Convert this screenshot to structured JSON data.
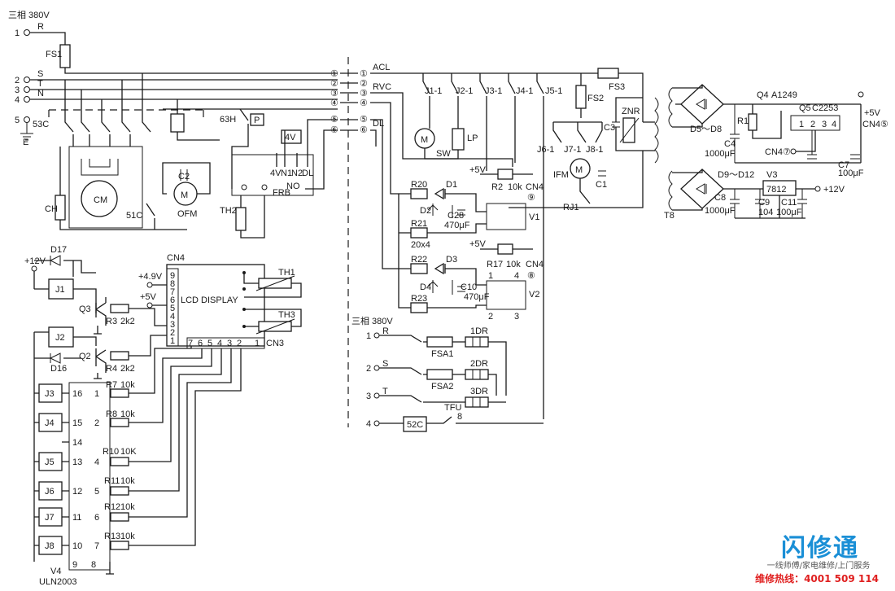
{
  "labels": {
    "supply_top": "三相 380V",
    "r": "R",
    "s": "S",
    "t": "T",
    "n": "N",
    "e": "E",
    "t1": "1",
    "t2": "2",
    "t3": "3",
    "t4": "4",
    "t5": "5",
    "fs1": "FS1",
    "c53": "53C",
    "h63": "63H",
    "p": "P",
    "ch": "CH",
    "cm": "CM",
    "c2": "C2",
    "ofm": "OFM",
    "m": "M",
    "c51": "51C",
    "th2": "TH2",
    "frb": "FRB",
    "v4": "4V",
    "no": "NO",
    "p4v": "4V",
    "n1": "N1",
    "n2": "N2",
    "dl": "DL",
    "c1": "①",
    "c2n": "②",
    "c3n": "③",
    "c4n": "④",
    "c5n": "⑤",
    "c6n": "⑥",
    "acl": "ACL",
    "rvc": "RVC",
    "dl2": "DL",
    "j11": "J1-1",
    "j21": "J2-1",
    "j31": "J3-1",
    "j41": "J4-1",
    "j51": "J5-1",
    "sw": "SW",
    "lp": "LP",
    "fs2": "FS2",
    "fs3": "FS3",
    "znr": "ZNR",
    "c3": "C3",
    "j61": "J6-1",
    "j71": "J7-1",
    "j81": "J8-1",
    "ifm": "IFM",
    "c1c": "C1",
    "rj1": "RJ1",
    "q4": "Q4",
    "a1249": "A1249",
    "q5": "Q5",
    "c2253": "C2253",
    "r1": "R1",
    "d58": "D5～D8",
    "c4": "C4",
    "c4v": "1000μF",
    "cn47": "CN4⑦",
    "cn45": "CN4⑤",
    "p5v": "+5V",
    "c7": "C7",
    "c7v": "100μF",
    "q5p1": "1",
    "q5p2": "2",
    "q5p3": "3",
    "q5p4": "4",
    "d912": "D9～D12",
    "v3": "V3",
    "i7812": "7812",
    "p12v": "+12V",
    "c8": "C8",
    "c8v": "1000μF",
    "c9": "C9",
    "c9v": "104",
    "c11": "C11",
    "c11v": "100μF",
    "t8": "T8",
    "r20": "R20",
    "d1": "D1",
    "r2": "R2",
    "r2v": "10k",
    "cn49": "CN4",
    "cn49n": "⑨",
    "d2": "D2",
    "c28": "C28",
    "c28v": "470μF",
    "r21": "R21",
    "v1": "V1",
    "r20x4": "20x4",
    "r22": "R22",
    "d3": "D3",
    "r17": "R17",
    "r17v": "10k",
    "cn48": "CN4",
    "cn48n": "⑧",
    "d4": "D4",
    "c10": "C10",
    "c10v": "470μF",
    "r23": "R23",
    "v2": "V2",
    "op1": "1",
    "op2": "2",
    "op3": "3",
    "op4": "4",
    "p5va": "+5V",
    "p5vb": "+5V",
    "supply_mid": "三相 380V",
    "fsa1": "FSA1",
    "fsa2": "FSA2",
    "dr1": "1DR",
    "dr2": "2DR",
    "dr3": "3DR",
    "tfu": "TFU",
    "c52": "52C",
    "n8": "8",
    "b1": "1",
    "b2": "2",
    "b3": "3",
    "b4": "4",
    "br": "R",
    "bs": "S",
    "bt": "T",
    "p12l": "+12V",
    "d17": "D17",
    "j1": "J1",
    "q3": "Q3",
    "r3": "R3",
    "r3v": "2k2",
    "j2": "J2",
    "d16": "D16",
    "q2": "Q2",
    "r4": "R4",
    "r4v": "2k2",
    "cn4": "CN4",
    "lcd": "LCD DISPLAY",
    "p49": "+4.9V",
    "p5vc": "+5V",
    "th1": "TH1",
    "th3": "TH3",
    "cn3": "CN3",
    "pin9": "9",
    "pin8": "8",
    "pin7": "7",
    "pin6": "6",
    "pin5": "5",
    "pin4": "4",
    "pin3": "3",
    "pin2": "2",
    "pin1": "1",
    "bp7": "7",
    "bp6": "6",
    "bp5": "5",
    "bp4": "4",
    "bp3": "3",
    "bp2": "2",
    "bp1": "1",
    "j3": "J3",
    "j4": "J4",
    "j5": "J5",
    "j6": "J6",
    "j7": "J7",
    "j8": "J8",
    "u16": "16",
    "u15": "15",
    "u14": "14",
    "u13": "13",
    "u12": "12",
    "u11": "11",
    "u10": "10",
    "u9": "9",
    "u8": "8",
    "u1": "1",
    "u2": "2",
    "u4": "4",
    "u5": "5",
    "u6": "6",
    "u7": "7",
    "r7": "R7",
    "r8": "R8",
    "r10": "R10",
    "r11": "R11",
    "r12": "R12",
    "r13": "R13",
    "k10a": "10k",
    "k10b": "10k",
    "k10c": "10K",
    "k10d": "10k",
    "k10e": "10k",
    "k10f": "10k",
    "v4ic": "V4",
    "uln": "ULN2003"
  },
  "watermark": {
    "logo": "闪修通",
    "tagline": "一线师傅/家电维修/上门服务",
    "hotline": "维修热线：4001 509 114"
  }
}
